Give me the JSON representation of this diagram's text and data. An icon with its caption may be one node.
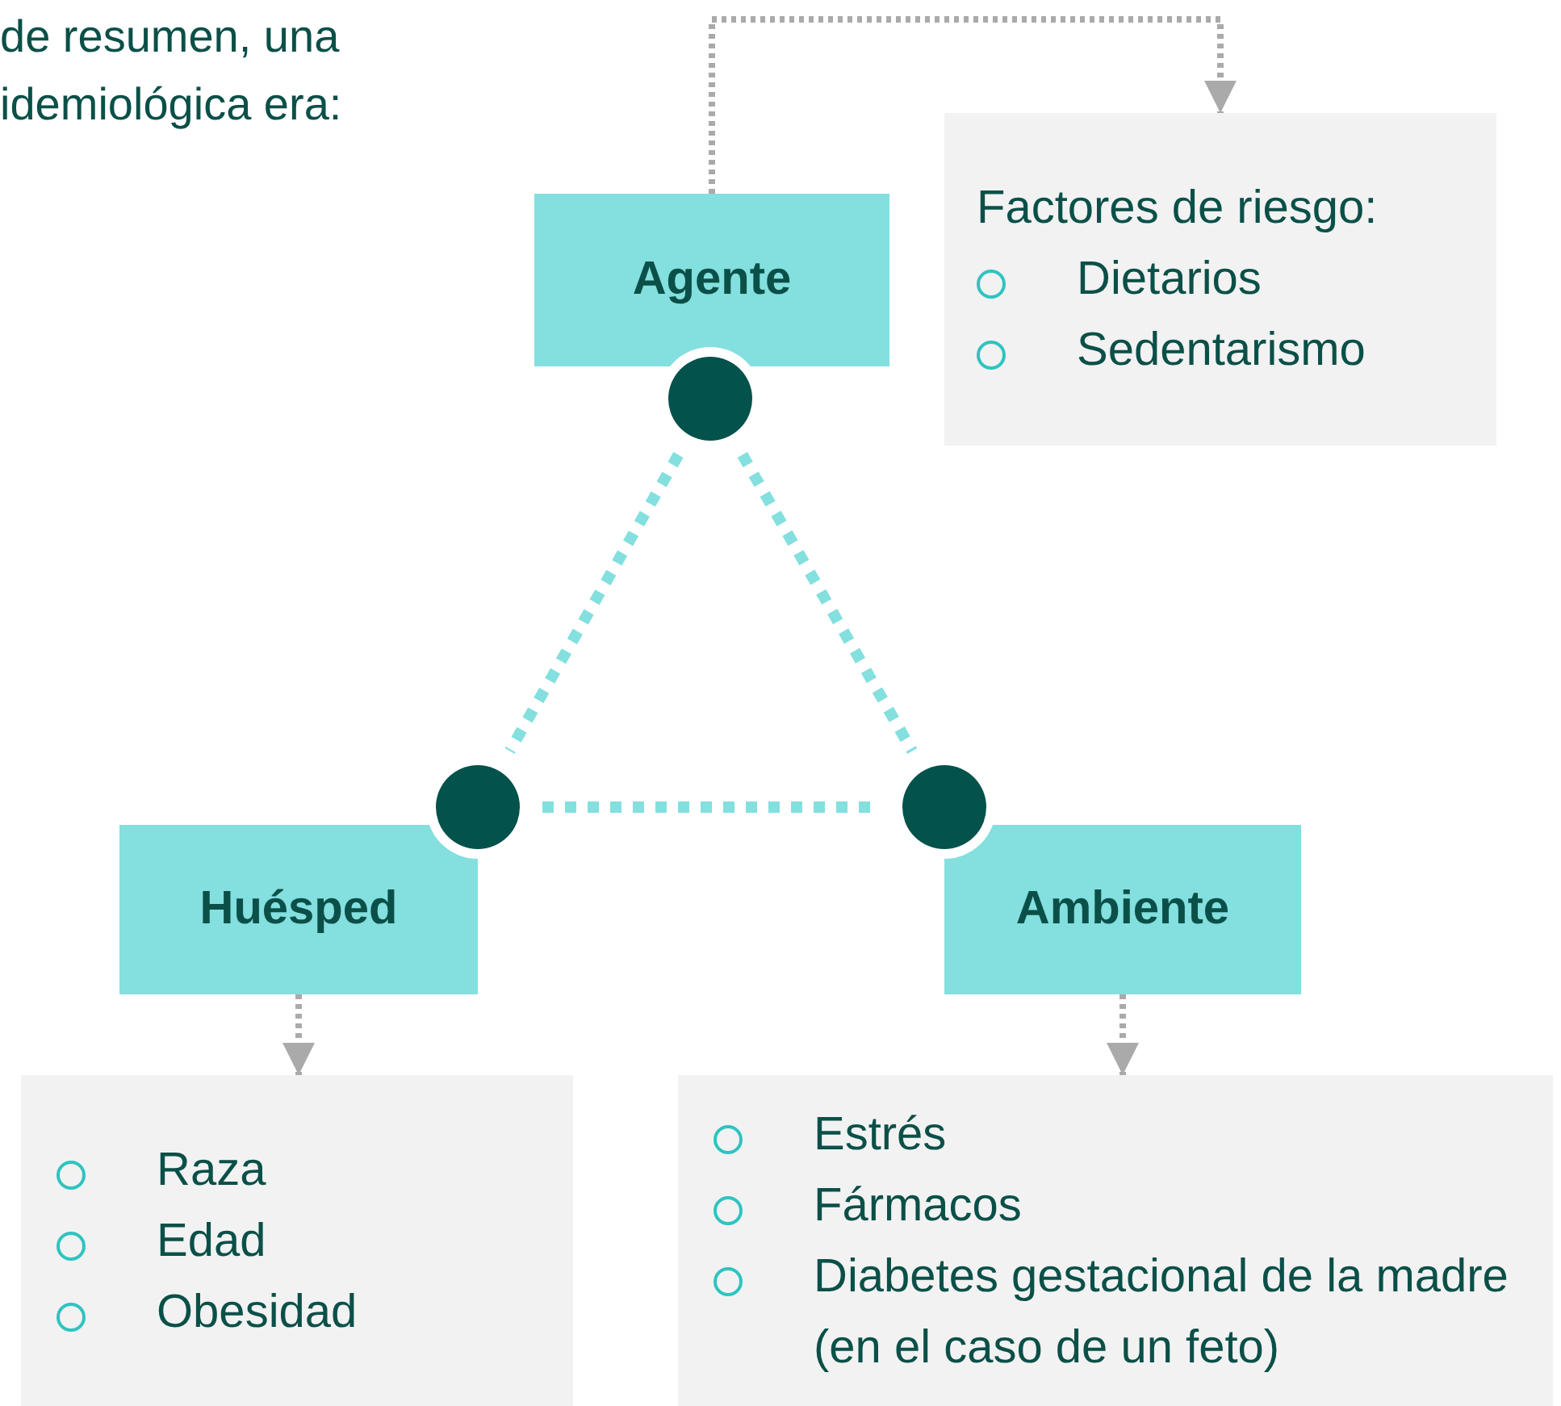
{
  "diagram": {
    "nodes": [
      {
        "text": [
          "Agente"
        ]
      },
      {
        "text": [],
        "shape": "circle"
      },
      {
        "text": [
          "Factores de riesgo:",
          "Dietarios",
          "Sedentarismo"
        ]
      },
      {
        "text": [],
        "shape": "circle"
      },
      {
        "text": [],
        "shape": "circle"
      },
      {
        "text": [
          "Huésped"
        ]
      },
      {
        "text": [
          "Ambiente"
        ]
      },
      {
        "text": [
          "Raza",
          "Edad",
          "Obesidad"
        ]
      },
      {
        "text": [
          "Estrés",
          "Fármacos",
          "Diabetes gestacional de la madre (en el caso de un feto)"
        ]
      }
    ],
    "edges": [
      {
        "from": 0,
        "to": 2,
        "arrow": "to",
        "style": "dashed",
        "color": "#aaaaaa"
      },
      {
        "from": 1,
        "to": 3,
        "arrow": "none",
        "style": "dashed",
        "color": "#84dfdf"
      },
      {
        "from": 1,
        "to": 4,
        "arrow": "none",
        "style": "dashed",
        "color": "#84dfdf"
      },
      {
        "from": 3,
        "to": 4,
        "arrow": "none",
        "style": "dashed",
        "color": "#84dfdf"
      },
      {
        "from": 5,
        "to": 7,
        "arrow": "to",
        "style": "dashed",
        "color": "#aaaaaa"
      },
      {
        "from": 6,
        "to": 8,
        "arrow": "to",
        "style": "dashed",
        "color": "#aaaaaa"
      }
    ],
    "labels": [
      "de resumen, una idemiológica era:"
    ]
  }
}
